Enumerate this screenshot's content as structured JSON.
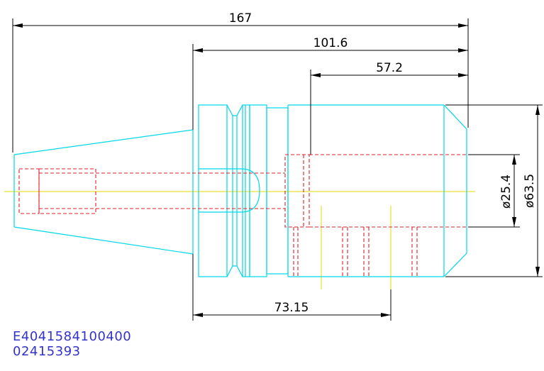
{
  "dimensions": {
    "overall_length": "167",
    "flange_to_end": "101.6",
    "bore_depth": "57.2",
    "flange_to_holes": "73.15",
    "bore_diameter": "ø25.4",
    "body_diameter": "ø63.5"
  },
  "part_codes": {
    "line1": "E4041584100400",
    "line2": "02415393"
  }
}
